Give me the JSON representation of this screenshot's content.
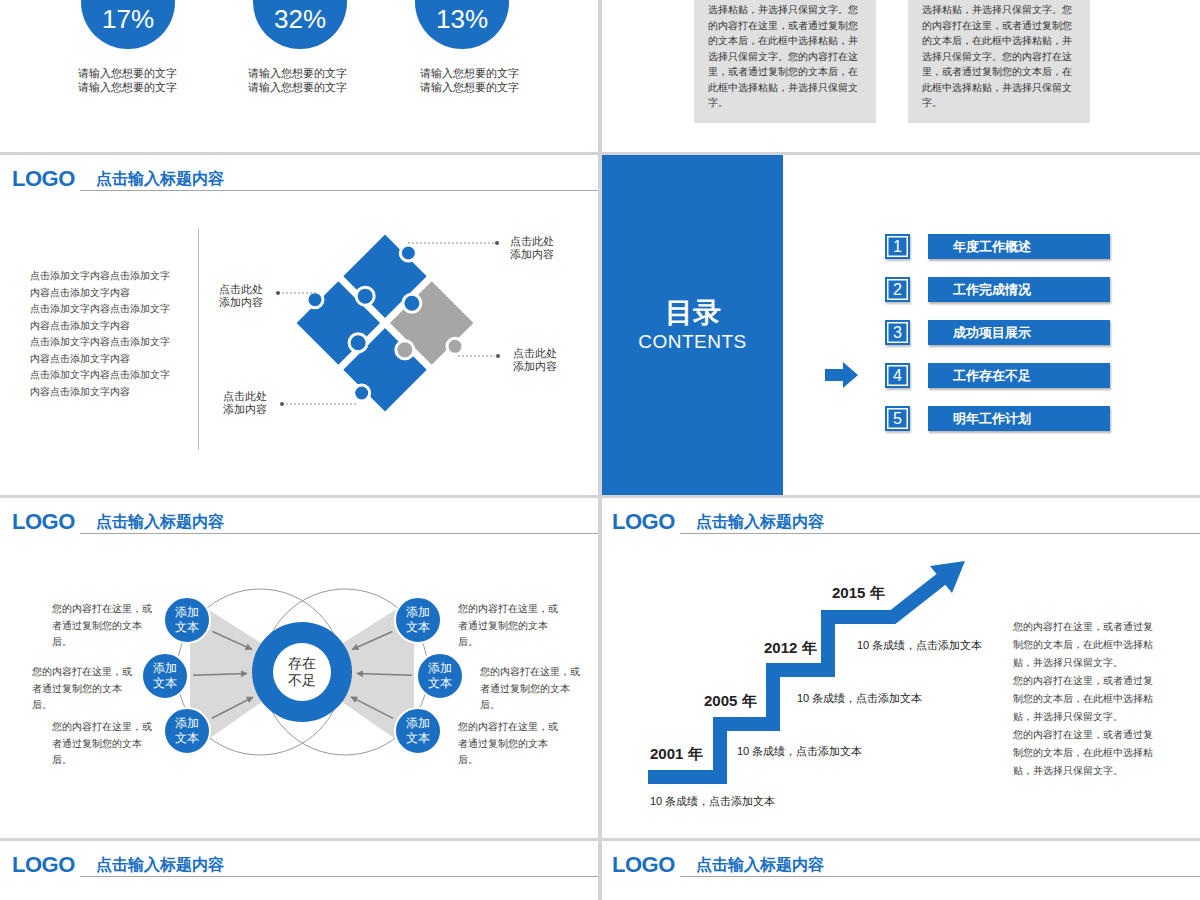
{
  "diagram": {
    "nodes": [
      {
        "text": [
          "17%"
        ]
      },
      {
        "text": [
          "32%"
        ]
      },
      {
        "text": [
          "13%"
        ]
      },
      {
        "text": [
          "选择粘贴，并选择只保留文字。您的内容打在这里，或者通过复制您的文本后，在此框中选择粘贴，并选择只保留文字。您的内容打在这里，或者通过复制您的文本后，在此框中选择粘贴，并选择只保留文字。"
        ]
      },
      {
        "text": [
          "选择粘贴，并选择只保留文字。您的内容打在这里，或者通过复制您的文本后，在此框中选择粘贴，并选择只保留文字。您的内容打在这里，或者通过复制您的文本后，在此框中选择粘贴，并选择只保留文字。"
        ]
      },
      {
        "text": [
          "目录",
          "CONTENTS"
        ]
      },
      {
        "text": [
          "1"
        ]
      },
      {
        "text": [
          "年度工作概述"
        ]
      },
      {
        "text": [
          "2"
        ]
      },
      {
        "text": [
          "工作完成情况"
        ]
      },
      {
        "text": [
          "3"
        ]
      },
      {
        "text": [
          "成功项目展示"
        ]
      },
      {
        "text": [
          "4"
        ]
      },
      {
        "text": [
          "工作存在不足"
        ]
      },
      {
        "text": [
          "5"
        ]
      },
      {
        "text": [
          "明年工作计划"
        ]
      },
      {
        "text": [
          "存在不足"
        ]
      },
      {
        "text": [
          "添加文本"
        ]
      },
      {
        "text": [
          "添加文本"
        ]
      },
      {
        "text": [
          "添加文本"
        ]
      },
      {
        "text": [
          "添加文本"
        ]
      },
      {
        "text": [
          "添加文本"
        ]
      },
      {
        "text": [
          "添加文本"
        ]
      }
    ],
    "edges": [
      {
        "from": 17,
        "to": 16,
        "arrow": "to"
      },
      {
        "from": 18,
        "to": 16,
        "arrow": "to"
      },
      {
        "from": 19,
        "to": 16,
        "arrow": "to"
      },
      {
        "from": 20,
        "to": 16,
        "arrow": "to"
      },
      {
        "from": 21,
        "to": 16,
        "arrow": "to"
      },
      {
        "from": 22,
        "to": 16,
        "arrow": "to"
      }
    ],
    "labels": [
      "请输入您想要的文字 请输入您想要的文字",
      "请输入您想要的文字 请输入您想要的文字",
      "请输入您想要的文字 请输入您想要的文字",
      "LOGO",
      "点击输入标题内容",
      "点击添加文字内容点击添加文字内容点击添加文字内容",
      "点击添加文字内容点击添加文字内容点击添加文字内容",
      "点击添加文字内容点击添加文字内容点击添加文字内容",
      "点击添加文字内容点击添加文字内容点击添加文字内容",
      "点击此处添加内容",
      "点击此处添加内容",
      "点击此处添加内容",
      "点击此处添加内容",
      "LOGO",
      "点击输入标题内容",
      "您的内容打在这里，或者通过复制您的文本后。",
      "您的内容打在这里，或者通过复制您的文本后。",
      "您的内容打在这里，或者通过复制您的文本后。",
      "您的内容打在这里，或者通过复制您的文本后。",
      "您的内容打在这里，或者通过复制您的文本后。",
      "您的内容打在这里，或者通过复制您的文本后。",
      "LOGO",
      "点击输入标题内容",
      "2015 年",
      "2012 年",
      "2005 年",
      "2001 年",
      "10 条成绩，点击添加文本",
      "10 条成绩，点击添加文本",
      "10 条成绩，点击添加文本",
      "10 条成绩，点击添加文本",
      "您的内容打在这里，或者通过复制您的文本后，在此框中选择粘贴，并选择只保留文字。",
      "您的内容打在这里，或者通过复制您的文本后，在此框中选择粘贴，并选择只保留文字。",
      "您的内容打在这里，或者通过复制您的文本后，在此框中选择粘贴，并选择只保留文字。",
      "LOGO",
      "点击输入标题内容",
      "LOGO",
      "点击输入标题内容"
    ]
  }
}
